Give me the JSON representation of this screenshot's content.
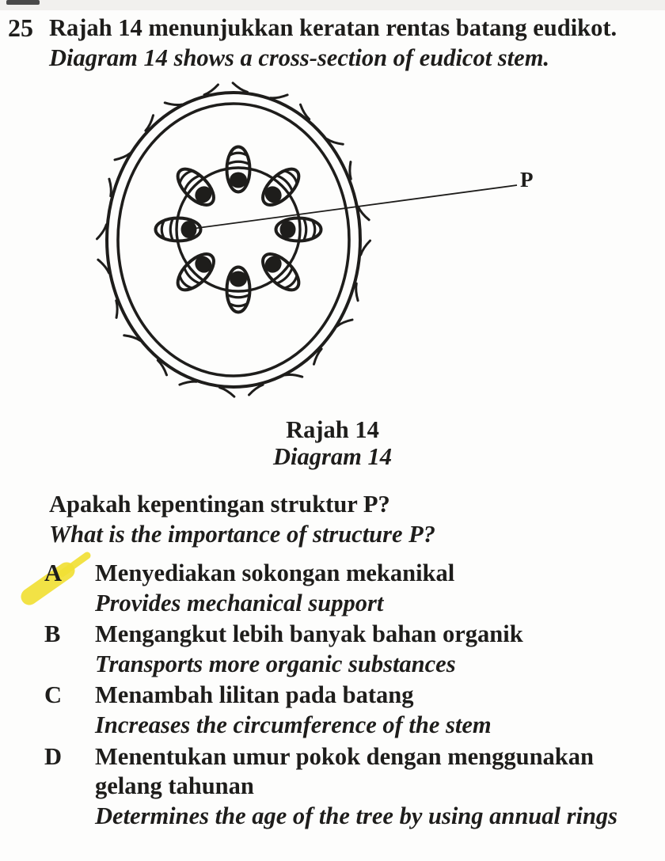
{
  "page": {
    "question_number": "25"
  },
  "header": {
    "line_ms": "Rajah 14 menunjukkan keratan rentas batang eudikot.",
    "line_en": "Diagram 14 shows a cross-section of eudicot stem."
  },
  "diagram": {
    "label": "P",
    "caption_ms": "Rajah 14",
    "caption_en": "Diagram 14"
  },
  "question": {
    "ms": "Apakah kepentingan struktur P?",
    "en": "What is the importance of structure P?"
  },
  "options": [
    {
      "letter": "A",
      "ms": "Menyediakan sokongan mekanikal",
      "en": "Provides mechanical support",
      "highlighted": true
    },
    {
      "letter": "B",
      "ms": "Mengangkut lebih banyak bahan organik",
      "en": "Transports more organic substances",
      "highlighted": false
    },
    {
      "letter": "C",
      "ms": "Menambah lilitan pada batang",
      "en": "Increases the circumference of the stem",
      "highlighted": false
    },
    {
      "letter": "D",
      "ms": "Menentukan umur pokok dengan menggunakan gelang tahunan",
      "en": "Determines the age of the tree by using annual rings",
      "highlighted": false
    }
  ],
  "colors": {
    "ink": "#1e1d1b",
    "highlight": "#f1df35",
    "paper": "#fdfdfc"
  }
}
